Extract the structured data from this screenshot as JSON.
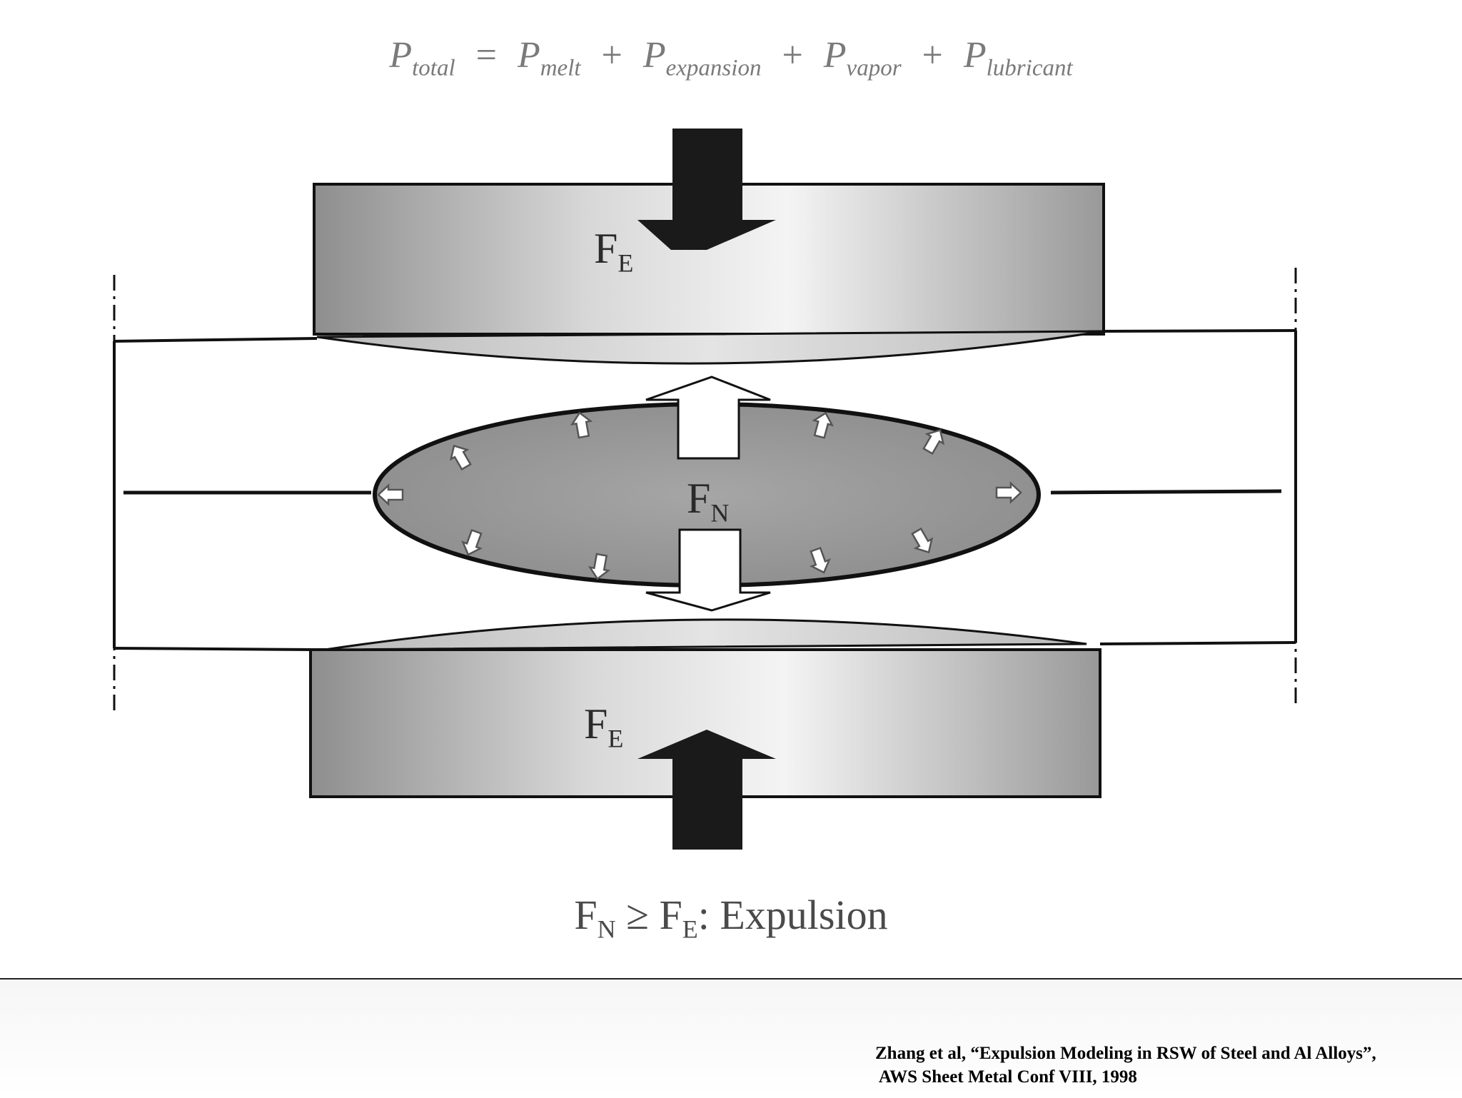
{
  "equation": {
    "total": {
      "base": "P",
      "sub": "total"
    },
    "terms": [
      {
        "base": "P",
        "sub": "melt"
      },
      {
        "base": "P",
        "sub": "expansion"
      },
      {
        "base": "P",
        "sub": "vapor"
      },
      {
        "base": "P",
        "sub": "lubricant"
      }
    ],
    "equals": "=",
    "plus": "+"
  },
  "labels": {
    "electrode_force": {
      "base": "F",
      "sub": "E"
    },
    "nugget_force": {
      "base": "F",
      "sub": "N"
    }
  },
  "conclusion": {
    "fn_base": "F",
    "fn_sub": "N",
    "relation": "≥",
    "fe_base": "F",
    "fe_sub": "E",
    "suffix": ":  Expulsion"
  },
  "citation": {
    "line1": "Zhang et al, “Expulsion Modeling in RSW of Steel and Al Alloys”,",
    "line2": " AWS Sheet Metal Conf VIII, 1998"
  },
  "colors": {
    "electrode_dark": "#8e8e8e",
    "electrode_light": "#f2f2f2",
    "nugget_fill": "#9a9a9a",
    "arrow_dark": "#1a1a1a",
    "line": "#111111"
  }
}
